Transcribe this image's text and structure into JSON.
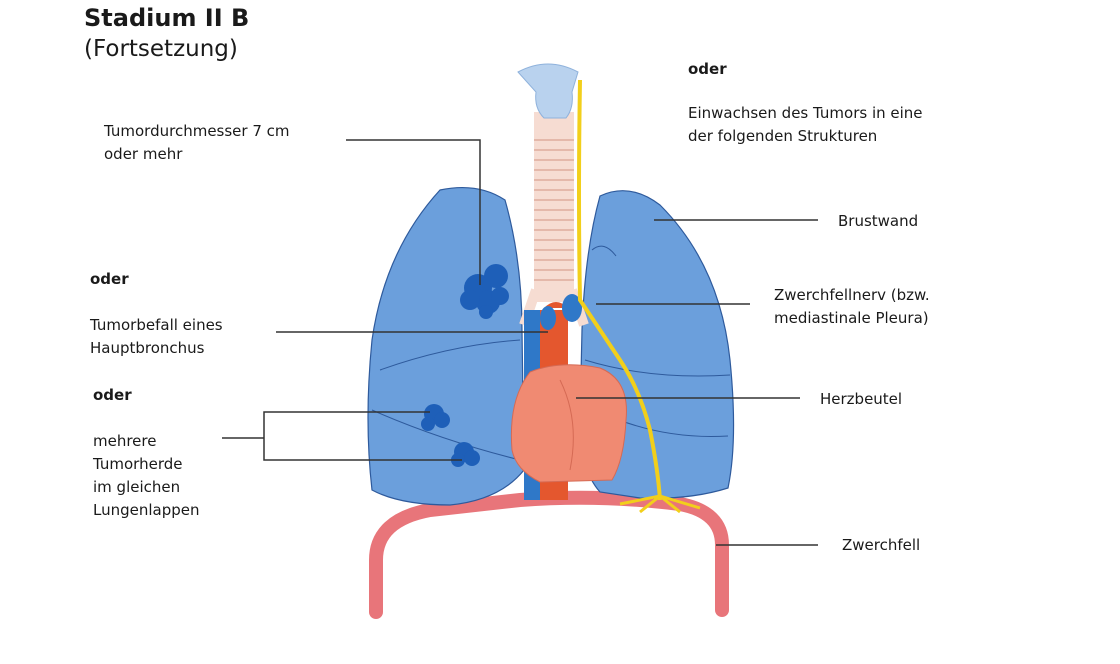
{
  "header": {
    "title": "Stadium II B",
    "subtitle": "(Fortsetzung)"
  },
  "labels": {
    "oder_top": "oder",
    "invasion_line1": "Einwachsen des Tumors in eine",
    "invasion_line2": "der folgenden Strukturen",
    "diameter_line1": "Tumordurchmesser 7 cm",
    "diameter_line2": "oder mehr",
    "oder_mid": "oder",
    "bronchus_line1": "Tumorbefall eines",
    "bronchus_line2": "Hauptbronchus",
    "oder_low": "oder",
    "multi_line1": "mehrere",
    "multi_line2": "Tumorherde",
    "multi_line3": "im gleichen",
    "multi_line4": "Lungenlappen",
    "chest_wall": "Brustwand",
    "phrenic_line1": "Zwerchfellnerv (bzw.",
    "phrenic_line2": "mediastinale Pleura)",
    "pericardium": "Herzbeutel",
    "diaphragm": "Zwerchfell"
  },
  "colors": {
    "lung_fill": "#6b9fdc",
    "lung_stroke": "#2e5a9c",
    "tumor": "#1e5fb8",
    "heart": "#f08a72",
    "aorta": "#e4572e",
    "vein": "#2f78c8",
    "diaphragm": "#e8757a",
    "nerve": "#f2cf1b",
    "trachea": "#f6dcd2",
    "larynx": "#b9d2ee",
    "leader": "#333333"
  }
}
